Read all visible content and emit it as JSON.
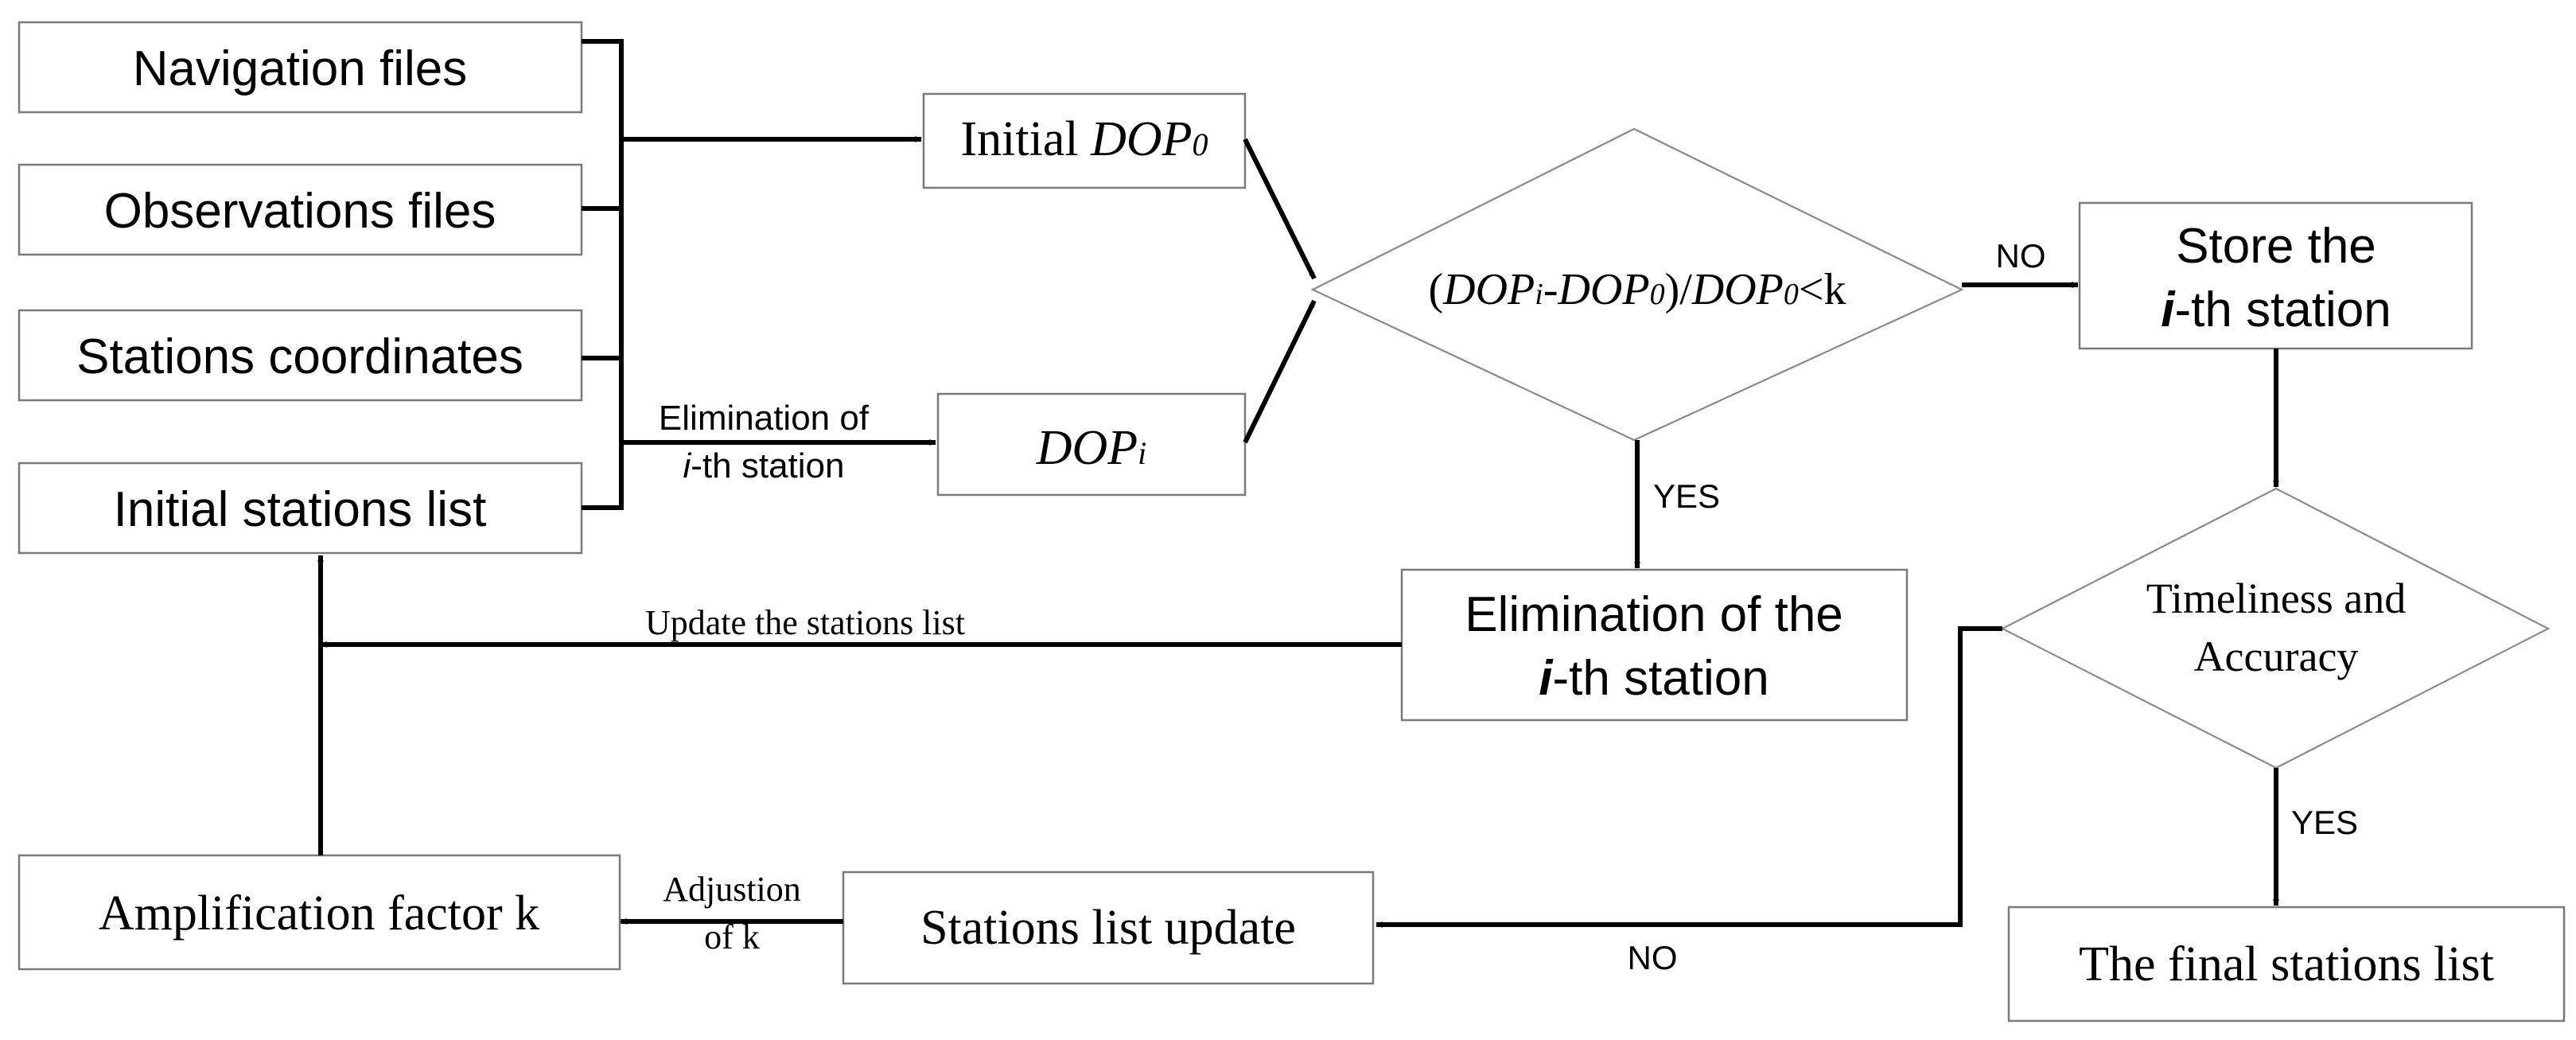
{
  "inputs": {
    "navigation_files": "Navigation files",
    "observations_files": "Observations files",
    "stations_coordinates": "Stations coordinates",
    "initial_stations_list": "Initial stations list"
  },
  "dop0": {
    "prefix": "Initial ",
    "var": "DOP",
    "sub": "0"
  },
  "dopi": {
    "var": "DOP",
    "sub": "i"
  },
  "elimination_edge": {
    "line1": "Elimination of",
    "line2_italic": "i",
    "line2_rest": "-th station"
  },
  "condition": {
    "open": "(",
    "dop_a": "DOP",
    "sub_a": "i",
    "minus": "-",
    "dop_b": "DOP",
    "sub_b": "0",
    "close_div": ")/",
    "dop_c": "DOP",
    "sub_c": "0",
    "lt_k": "<k"
  },
  "store": {
    "line1": "Store the",
    "line2_italic": "i",
    "line2_rest": "-th station"
  },
  "elim_box": {
    "line1": "Elimination of the",
    "line2_italic": "i",
    "line2_rest": "-th station"
  },
  "timeliness": {
    "line1": "Timeliness and",
    "line2": "Accuracy"
  },
  "final_list": "The final stations list",
  "list_update": "Stations list update",
  "amplification": "Amplification factor k",
  "adjustion": {
    "line1": "Adjustion",
    "line2": "of k"
  },
  "update_label": "Update the stations list",
  "labels": {
    "no_top": "NO",
    "yes_mid": "YES",
    "yes_right": "YES",
    "no_bottom": "NO"
  },
  "colors": {
    "line": "#000000",
    "box_border": "#7a7a7a",
    "diamond_border": "#8a8a8a",
    "background": "#ffffff"
  }
}
